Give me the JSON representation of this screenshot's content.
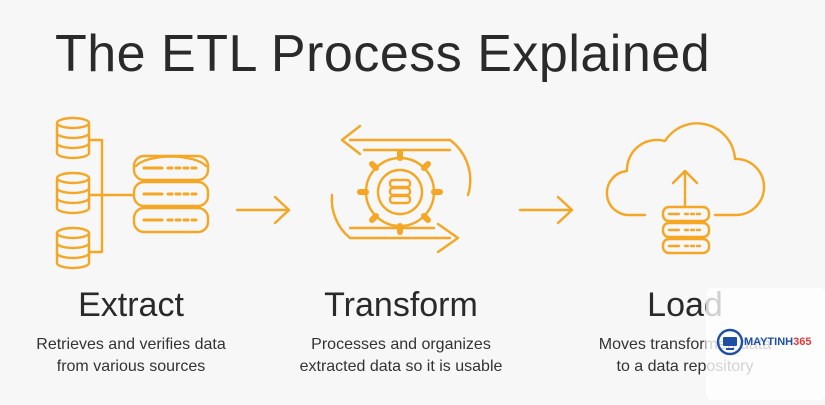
{
  "title": "The ETL Process Explained",
  "accent_color": "#f5a623",
  "stages": [
    {
      "name": "Extract",
      "icon": "database-servers-icon",
      "desc_line1": "Retrieves and verifies data",
      "desc_line2": "from various sources"
    },
    {
      "name": "Transform",
      "icon": "gear-cycle-icon",
      "desc_line1": "Processes and organizes",
      "desc_line2": "extracted data so it is usable"
    },
    {
      "name": "Load",
      "icon": "cloud-upload-icon",
      "desc_line1": "Moves transformed data",
      "desc_line2": "to a data repository"
    }
  ],
  "connector_icon": "arrow-right-icon",
  "watermark": {
    "logo": "maytinh365-logo",
    "brand_main": "MAYTINH",
    "brand_num": "365"
  }
}
